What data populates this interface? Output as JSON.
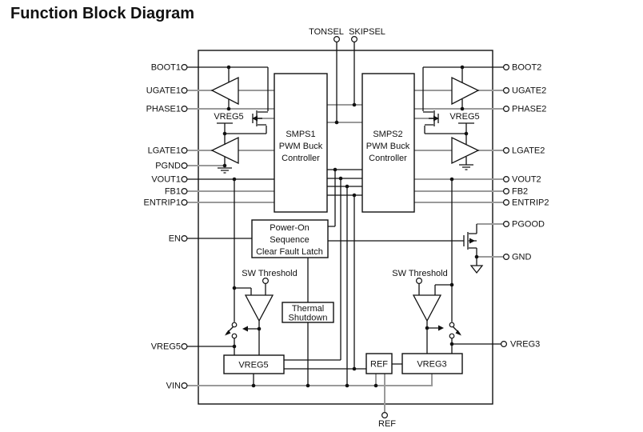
{
  "title": "Function Block Diagram",
  "pins": {
    "tonsel": "TONSEL",
    "skipsel": "SKIPSEL",
    "boot1": "BOOT1",
    "ugate1": "UGATE1",
    "phase1": "PHASE1",
    "lgate1": "LGATE1",
    "pgnd": "PGND",
    "vout1": "VOUT1",
    "fb1": "FB1",
    "entrip1": "ENTRIP1",
    "en": "EN",
    "vreg5": "VREG5",
    "vin": "VIN",
    "boot2": "BOOT2",
    "ugate2": "UGATE2",
    "phase2": "PHASE2",
    "lgate2": "LGATE2",
    "vout2": "VOUT2",
    "fb2": "FB2",
    "entrip2": "ENTRIP2",
    "pgood": "PGOOD",
    "gnd": "GND",
    "vreg3": "VREG3",
    "ref": "REF"
  },
  "blocks": {
    "smps1": {
      "l1": "SMPS1",
      "l2": "PWM Buck",
      "l3": "Controller"
    },
    "smps2": {
      "l1": "SMPS2",
      "l2": "PWM Buck",
      "l3": "Controller"
    },
    "power_on": {
      "l1": "Power-On",
      "l2": "Sequence",
      "l3": "Clear Fault Latch"
    },
    "thermal": {
      "l1": "Thermal",
      "l2": "Shutdown"
    },
    "vreg5": "VREG5",
    "ref": "REF",
    "vreg3": "VREG3"
  },
  "annotations": {
    "vreg5_left": "VREG5",
    "vreg5_right": "VREG5",
    "sw_threshold_left": "SW Threshold",
    "sw_threshold_right": "SW Threshold"
  },
  "colors": {
    "ink": "#111111",
    "gray_wire": "#9a9a9a",
    "background": "#ffffff"
  }
}
